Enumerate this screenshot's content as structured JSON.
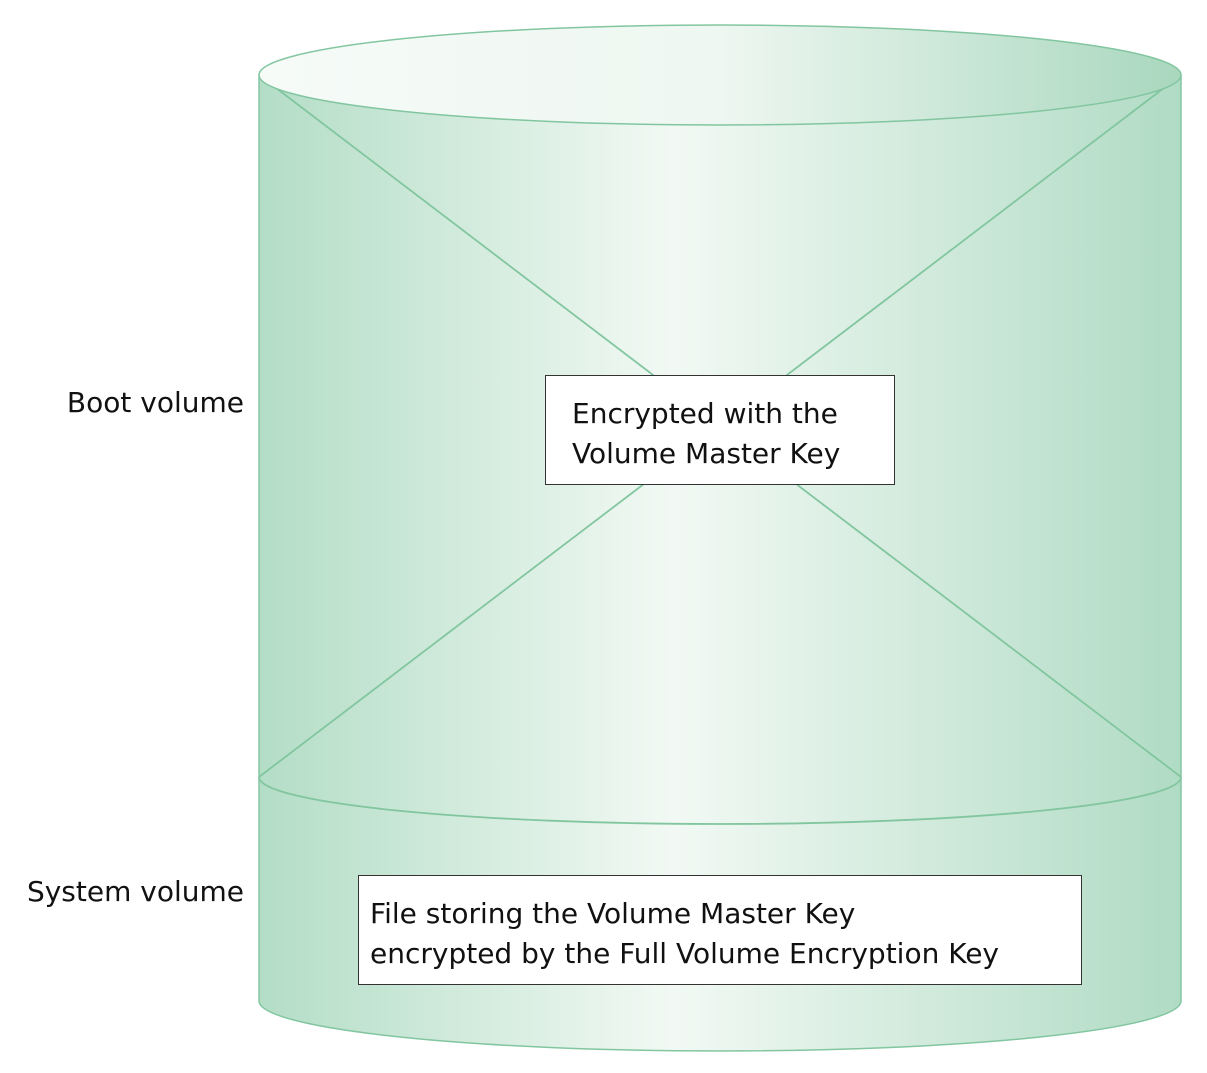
{
  "colors": {
    "fill_light": "#f3f9f5",
    "fill_dark": "#b2dcc5",
    "outline": "#82c6a0",
    "box_border": "#333333",
    "text": "#111111"
  },
  "labels": {
    "boot_volume": "Boot volume",
    "system_volume": "System volume"
  },
  "boot_box": {
    "line1": "Encrypted with the",
    "line2": "Volume Master Key"
  },
  "system_box": {
    "line1": "File storing the Volume Master Key",
    "line2": "encrypted by the Full Volume Encryption Key"
  }
}
